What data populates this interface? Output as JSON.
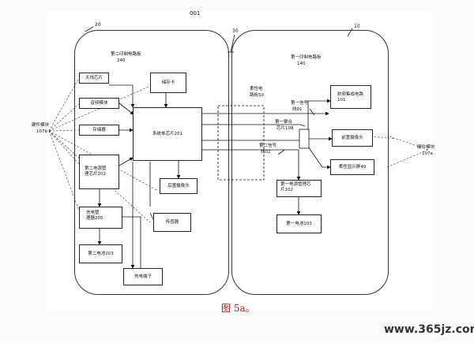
{
  "figure_ref": "001",
  "panel_refs": {
    "left": "20",
    "hinge": "30",
    "right": "10"
  },
  "left_board": {
    "title": "第二印制电路板",
    "ref": "240"
  },
  "right_board": {
    "title": "第一印制电路板",
    "ref": "140"
  },
  "hinge_board": {
    "line1": "柔性电",
    "line2": "路板50"
  },
  "blocks": {
    "antenna": "天线芯片",
    "audio": "音频模块",
    "storage": "储存卡",
    "memory": "存储器",
    "soc": "系统单芯片201",
    "pm2_l1": "第二电源管",
    "pm2_l2": "理芯片202",
    "rear_cam": "后置摄像头",
    "charge_l1": "充电管",
    "charge_l2": "理器205",
    "sensor": "传感器",
    "battery2": "第二电池203",
    "charge_port": "充电端子",
    "rf": "射频集成电路",
    "rf_ref": "101",
    "front_cam": "前置摄像头",
    "flex_display": "柔性显示屏40",
    "pm1_l1": "第一电源管理芯",
    "pm1_l2": "片102",
    "battery1": "第一电池103"
  },
  "labels": {
    "hw_left_l1": "硬件模块",
    "hw_left_l2": "107b",
    "hw_right_l1": "硬件模块",
    "hw_right_l2": "107a",
    "sig1_l1": "第一信号",
    "sig1_l2": "线01",
    "sig2_l1": "第二信号",
    "sig2_l2": "线02",
    "combiner_l1": "第一聚合",
    "combiner_l2": "芯片108"
  },
  "caption": "图 5a。",
  "watermark": "www.365jz.com"
}
